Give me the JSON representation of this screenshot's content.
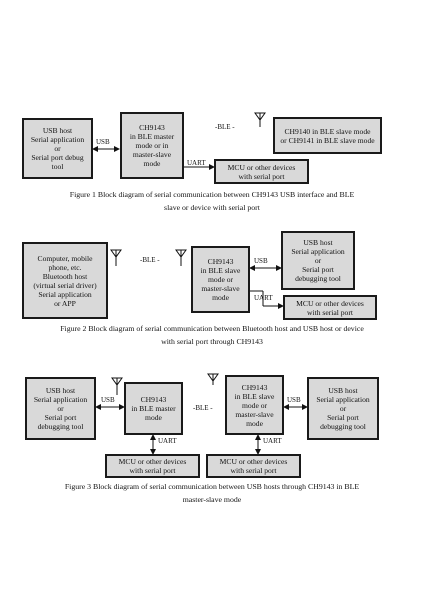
{
  "fig1": {
    "host": "USB host\nSerial application\nor\nSerial port debug\ntool",
    "usb": "USB",
    "master": "CH9143\nin BLE master\nmode or in\nmaster-slave\nmode",
    "ble": "-BLE -",
    "slave": "CH9140 in BLE slave mode\nor CH9141 in BLE slave mode",
    "uart": "UART",
    "mcu": "MCU or other devices\nwith serial port",
    "caption": "Figure 1 Block diagram of serial communication between CH9143 USB interface and BLE\nslave or device with serial port"
  },
  "fig2": {
    "host": "Computer, mobile\nphone, etc.\nBluetooth host\n(virtual serial driver)\nSerial application\nor APP",
    "ble": "-BLE -",
    "slave": "CH9143\nin BLE slave\nmode or\nmaster-slave\nmode",
    "usb": "USB",
    "uart": "UART",
    "usbhost": "USB host\nSerial application\nor\nSerial port\ndebugging tool",
    "mcu": "MCU or other devices\nwith serial port",
    "caption": "Figure 2 Block diagram of serial communication between Bluetooth host and USB host or device\nwith serial port through CH9143"
  },
  "fig3": {
    "host_left": "USB host\nSerial application\nor\nSerial port\ndebugging tool",
    "usb_left": "USB",
    "master": "CH9143\nin BLE master\nmode",
    "ble": "-BLE -",
    "slave": "CH9143\nin BLE slave\nmode or\nmaster-slave\nmode",
    "usb_right": "USB",
    "host_right": "USB host\nSerial application\nor\nSerial port\ndebugging tool",
    "uart_left": "UART",
    "uart_right": "UART",
    "mcu_left": "MCU or other devices\nwith serial port",
    "mcu_right": "MCU or other devices\nwith serial port",
    "caption": "Figure 3 Block diagram of serial communication between USB hosts through CH9143 in BLE\nmaster-slave mode"
  }
}
